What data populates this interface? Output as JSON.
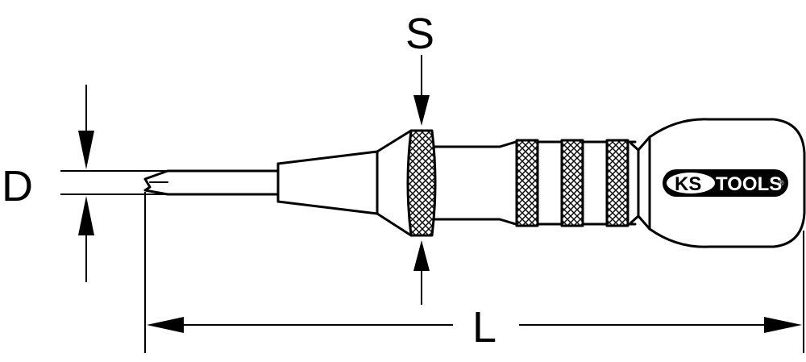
{
  "dimensions": {
    "s_label": "S",
    "d_label": "D",
    "l_label": "L"
  },
  "logo": {
    "text_ks": "KS",
    "text_tools": "TOOLS",
    "registered": "®"
  },
  "colors": {
    "stroke": "#000000",
    "background": "#ffffff"
  }
}
